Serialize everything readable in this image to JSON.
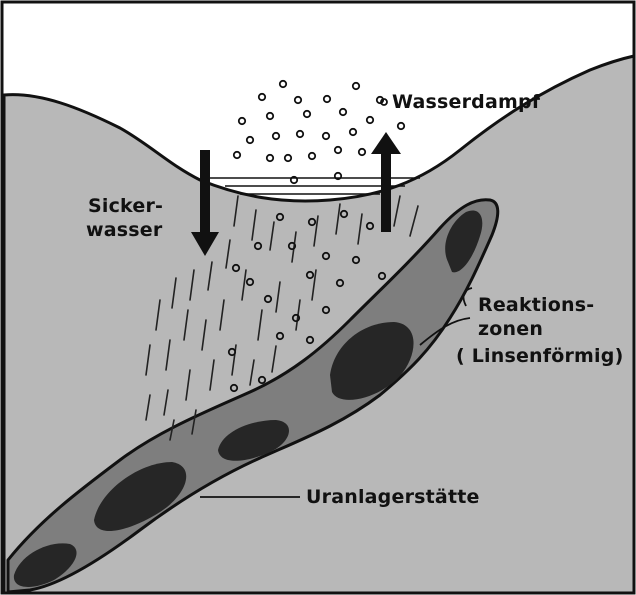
{
  "colors": {
    "background": "#ffffff",
    "rock": "#b8b8b8",
    "vein": "#7e7e7e",
    "lens": "#262626",
    "ink": "#111111"
  },
  "labels": {
    "vapor": "Wasserdampf",
    "seepage_line1": "Sicker-",
    "seepage_line2": "wasser",
    "reaction_line1": "Reaktions-",
    "reaction_line2": "zonen",
    "reaction_line3": "( Linsenförmig)",
    "deposit": "Uranlagerstätte"
  },
  "arrows": {
    "seepage": "down-arrow",
    "vapor": "up-arrow"
  }
}
